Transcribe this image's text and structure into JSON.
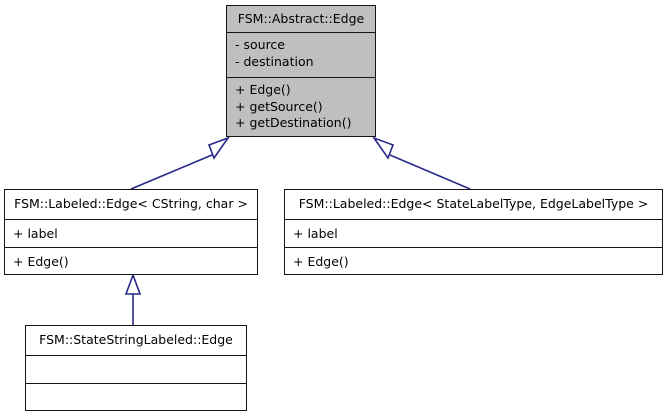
{
  "diagram": {
    "kind": "uml-class-inheritance-diagram",
    "background_color": "#ffffff",
    "border_color": "#161616",
    "connector_color": "#2a2a8c",
    "highlight_fill": "#bfbfbf"
  },
  "classes": {
    "root": {
      "name": "FSM::Abstract::Edge",
      "attributes": [
        "- source",
        "- destination"
      ],
      "operations": [
        "+ Edge()",
        "+ getSource()",
        "+ getDestination()"
      ]
    },
    "left": {
      "name": "FSM::Labeled::Edge< CString, char >",
      "attributes": [
        "+ label"
      ],
      "operations": [
        "+ Edge()"
      ]
    },
    "right": {
      "name": "FSM::Labeled::Edge< StateLabelType, EdgeLabelType >",
      "attributes": [
        "+ label"
      ],
      "operations": [
        "+ Edge()"
      ]
    },
    "leaf": {
      "name": "FSM::StateStringLabeled::Edge",
      "attributes": [],
      "operations": []
    }
  },
  "relations": [
    {
      "name": "inheritance-left-to-root",
      "from": "left",
      "to": "root",
      "type": "generalization"
    },
    {
      "name": "inheritance-right-to-root",
      "from": "right",
      "to": "root",
      "type": "generalization"
    },
    {
      "name": "inheritance-leaf-to-left",
      "from": "leaf",
      "to": "left",
      "type": "generalization"
    }
  ]
}
